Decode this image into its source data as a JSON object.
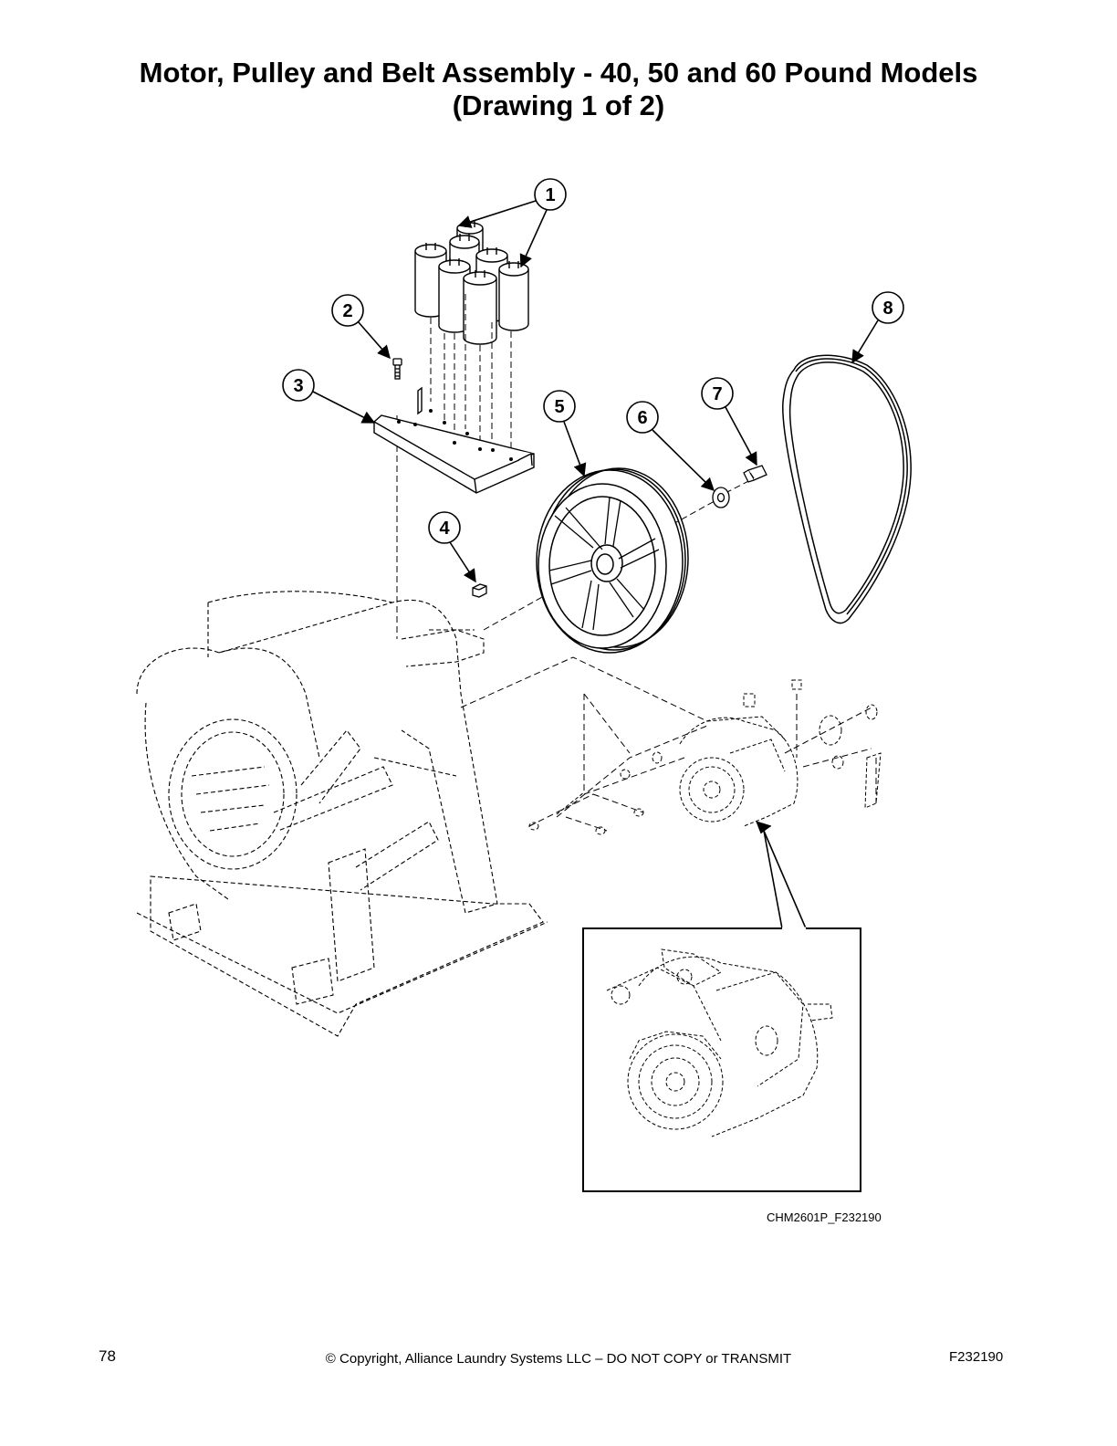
{
  "page": {
    "title_line1": "Motor, Pulley and Belt Assembly - 40, 50 and 60 Pound Models",
    "title_line2": "(Drawing 1 of 2)"
  },
  "drawing": {
    "figure_code": "CHM2601P_F232190",
    "callouts": [
      "1",
      "2",
      "3",
      "4",
      "5",
      "6",
      "7",
      "8"
    ]
  },
  "footer": {
    "page_number": "78",
    "copyright": "© Copyright, Alliance Laundry Systems LLC – DO NOT COPY or TRANSMIT",
    "document_code": "F232190"
  }
}
